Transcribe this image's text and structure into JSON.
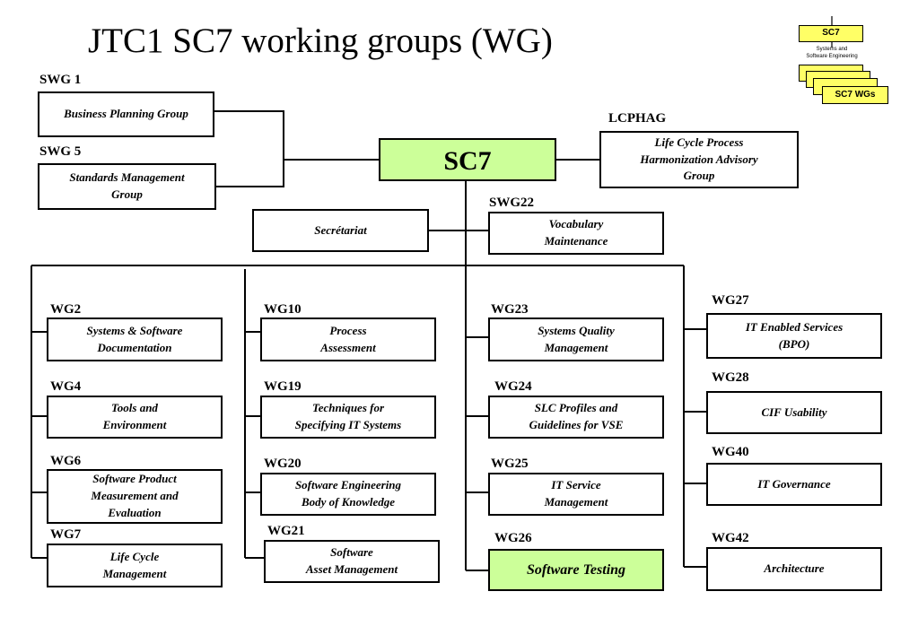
{
  "title": "JTC1 SC7 working groups (WG)",
  "colors": {
    "highlight": "#ccff99",
    "legend_fill": "#ffff66",
    "stroke": "#000000"
  },
  "center": {
    "label": "SC7"
  },
  "top": {
    "swg1": {
      "tag": "SWG 1",
      "name": "Business Planning Group"
    },
    "swg5": {
      "tag": "SWG 5",
      "name": "Standards Management\nGroup"
    },
    "lcphag": {
      "tag": "LCPHAG",
      "name": "Life Cycle Process\nHarmonization Advisory\nGroup"
    },
    "secretariat": {
      "name": "Secrétariat"
    },
    "swg22": {
      "tag": "SWG22",
      "name": "Vocabulary\nMaintenance"
    }
  },
  "columns": {
    "col1": [
      {
        "tag": "WG2",
        "name": "Systems & Software\nDocumentation"
      },
      {
        "tag": "WG4",
        "name": "Tools and\nEnvironment"
      },
      {
        "tag": "WG6",
        "name": "Software Product\nMeasurement and\nEvaluation"
      },
      {
        "tag": "WG7",
        "name": "Life Cycle\nManagement"
      }
    ],
    "col2": [
      {
        "tag": "WG10",
        "name": "Process\nAssessment"
      },
      {
        "tag": "WG19",
        "name": "Techniques for\nSpecifying IT Systems"
      },
      {
        "tag": "WG20",
        "name": "Software Engineering\nBody of Knowledge"
      },
      {
        "tag": "WG21",
        "name": "Software\nAsset Management"
      }
    ],
    "col3": [
      {
        "tag": "WG23",
        "name": "Systems Quality\nManagement"
      },
      {
        "tag": "WG24",
        "name": "SLC Profiles and\nGuidelines  for VSE"
      },
      {
        "tag": "WG25",
        "name": "IT Service\nManagement"
      },
      {
        "tag": "WG26",
        "name": "Software Testing"
      }
    ],
    "col4": [
      {
        "tag": "WG27",
        "name": "IT Enabled Services\n(BPO)"
      },
      {
        "tag": "WG28",
        "name": "CIF Usability"
      },
      {
        "tag": "WG40",
        "name": "IT Governance"
      },
      {
        "tag": "WG42",
        "name": "Architecture"
      }
    ]
  },
  "legend": {
    "top": "SC7",
    "sub": "Systems and\nSoftware Engineering",
    "bottom": "SC7 WGs"
  }
}
